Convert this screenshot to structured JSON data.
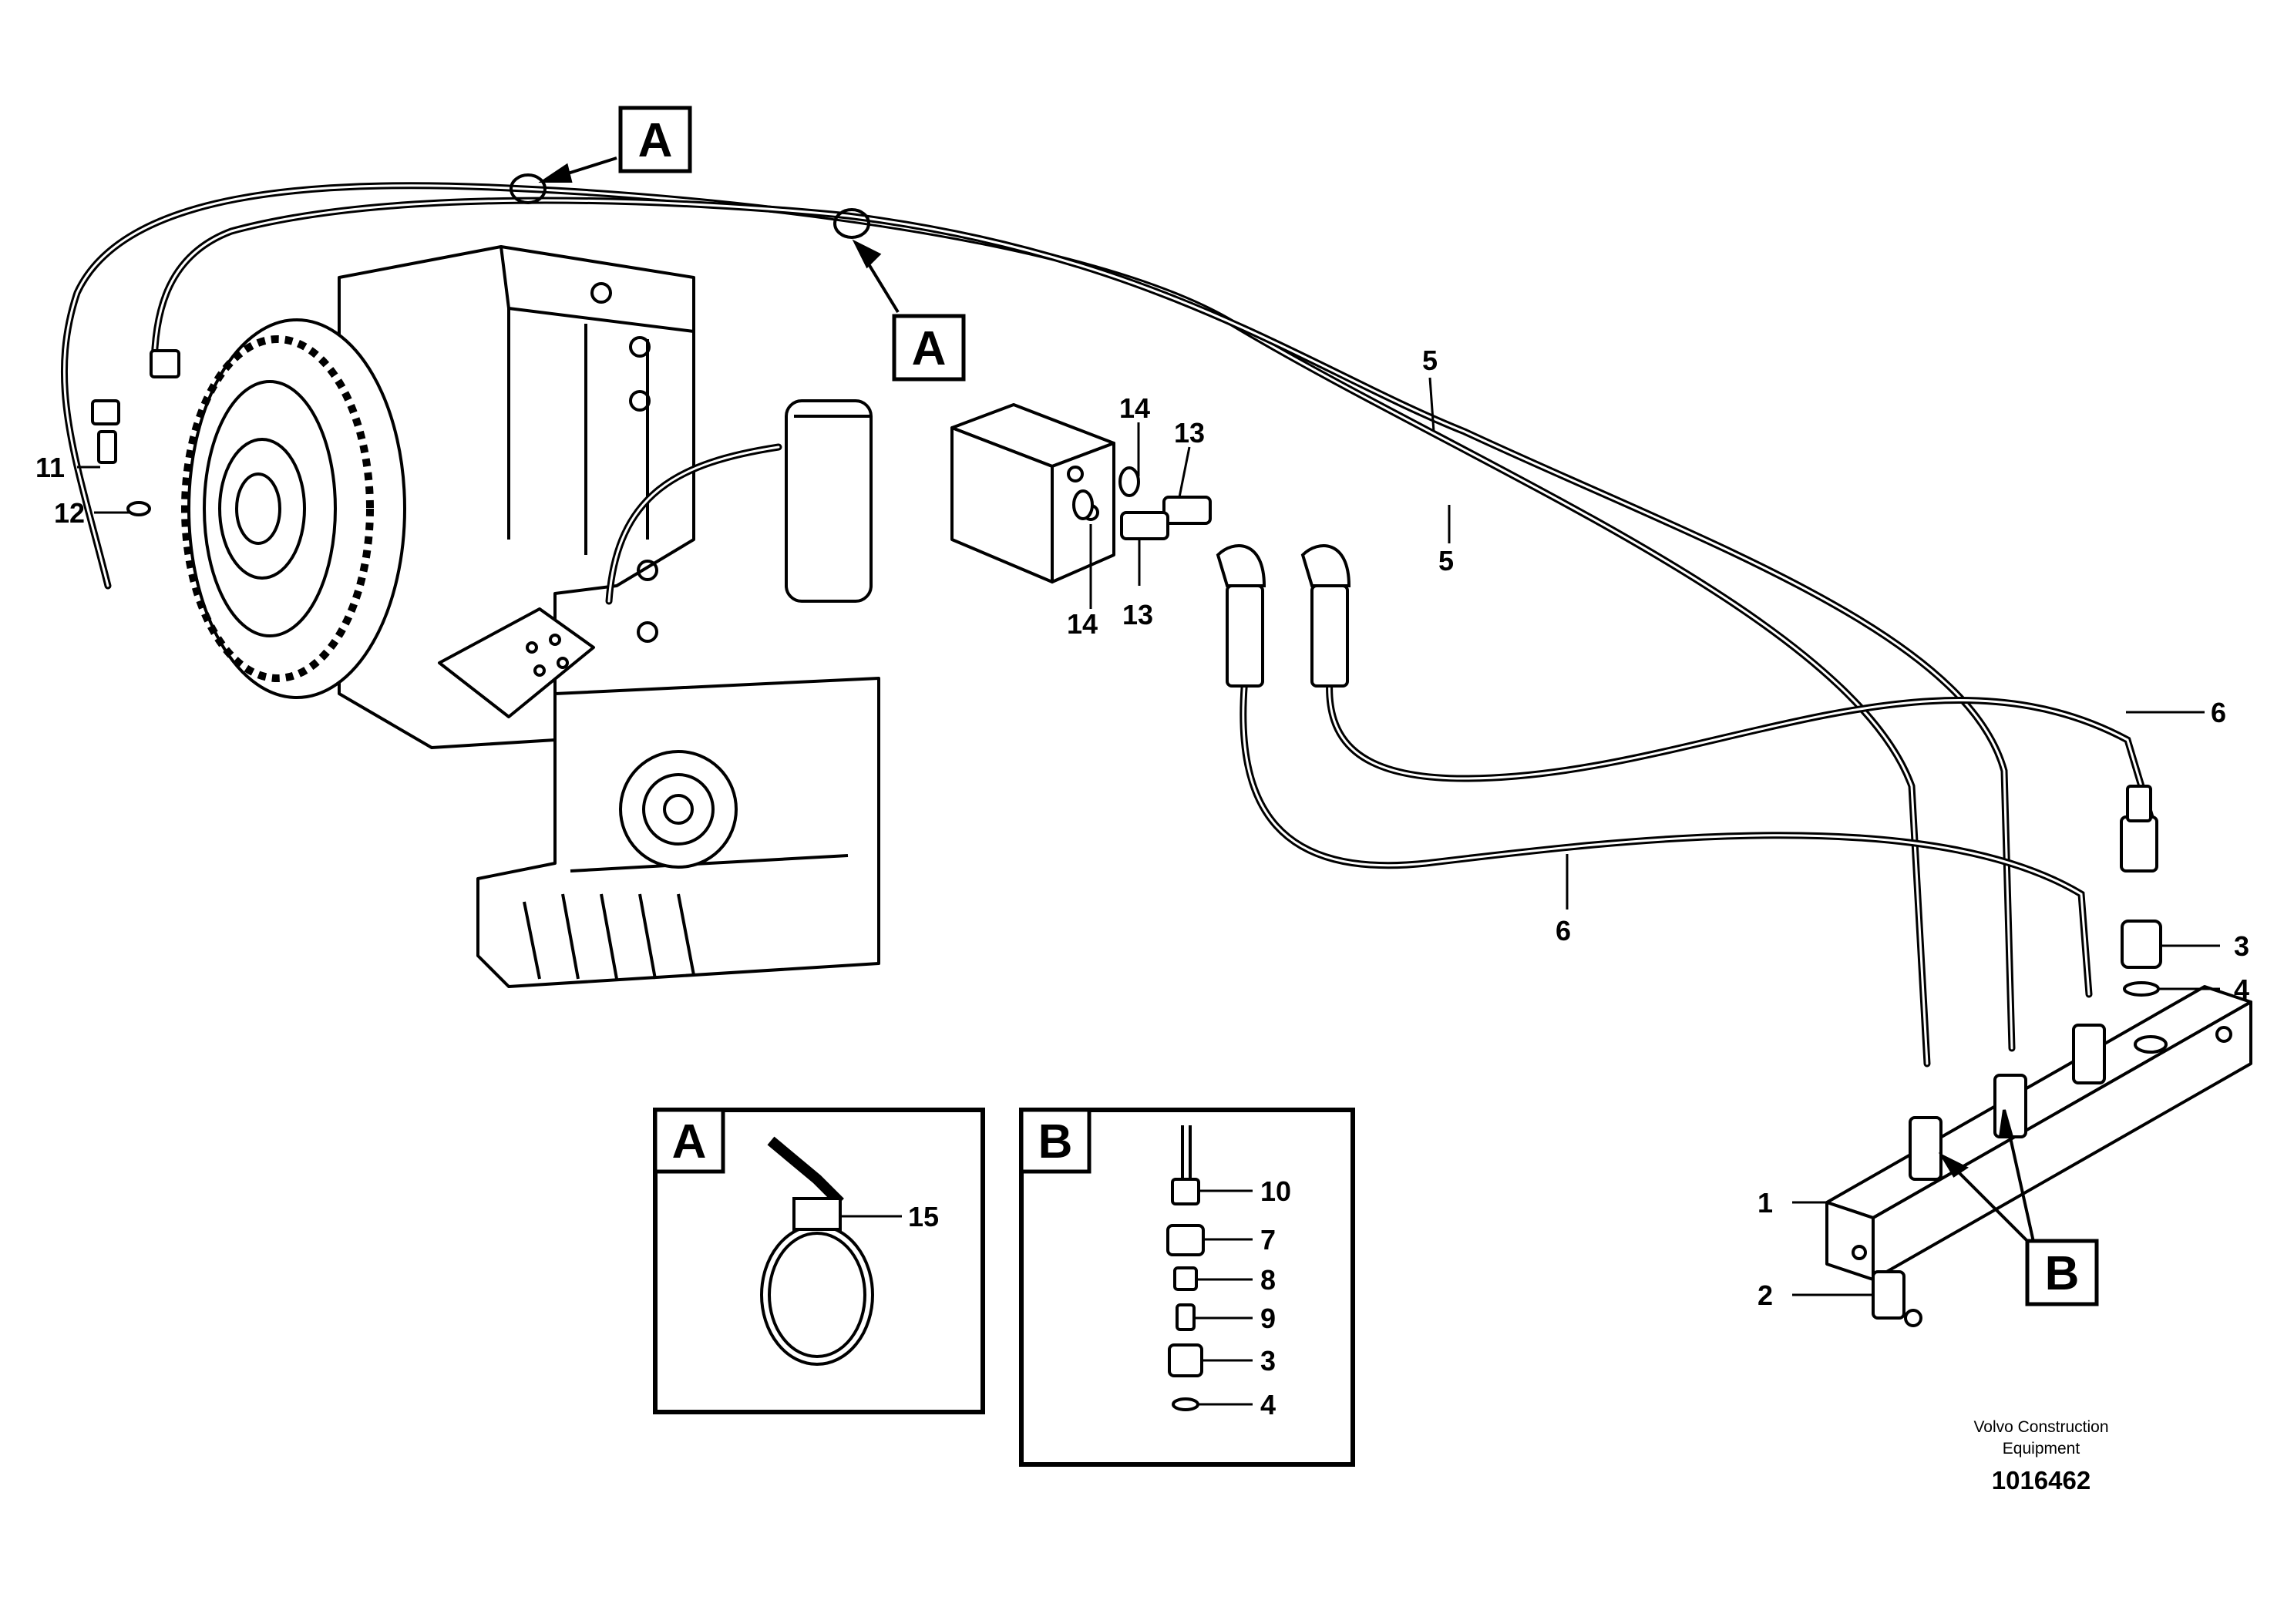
{
  "callouts": [
    {
      "id": "c1",
      "label": "1"
    },
    {
      "id": "c2",
      "label": "2"
    },
    {
      "id": "c3a",
      "label": "3"
    },
    {
      "id": "c4a",
      "label": "4"
    },
    {
      "id": "c5a",
      "label": "5"
    },
    {
      "id": "c5b",
      "label": "5"
    },
    {
      "id": "c6a",
      "label": "6"
    },
    {
      "id": "c6b",
      "label": "6"
    },
    {
      "id": "c11",
      "label": "11"
    },
    {
      "id": "c12",
      "label": "12"
    },
    {
      "id": "c13a",
      "label": "13"
    },
    {
      "id": "c13b",
      "label": "13"
    },
    {
      "id": "c14a",
      "label": "14"
    },
    {
      "id": "c14b",
      "label": "14"
    }
  ],
  "view_markers": {
    "a_top": "A",
    "a_mid": "A",
    "b_main": "B"
  },
  "detail_a": {
    "letter": "A",
    "callout": "15"
  },
  "detail_b": {
    "letter": "B",
    "callouts": [
      "10",
      "7",
      "8",
      "9",
      "3",
      "4"
    ]
  },
  "credit": {
    "line1": "Volvo Construction",
    "line2": "Equipment",
    "part_number": "1016462"
  }
}
